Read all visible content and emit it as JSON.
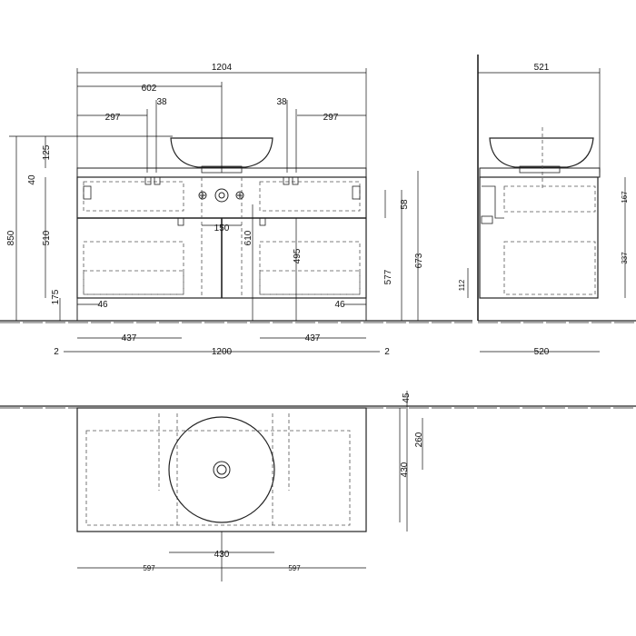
{
  "drawing": {
    "front_view": {
      "dimensions": {
        "overall_width_top": "1204",
        "half_width": "602",
        "tap_offset_left": "38",
        "tap_offset_right": "38",
        "basin_left_offset": "297",
        "basin_right_offset": "297",
        "basin_height": "125",
        "top_thickness": "40",
        "total_height": "850",
        "cabinet_height": "510",
        "foot_height": "175",
        "left_foot_inset": "46",
        "right_foot_inset": "46",
        "left_handle_span": "437",
        "right_handle_span": "437",
        "cabinet_width": "1200",
        "left_gap": "2",
        "right_gap": "2",
        "tap_spacing": "150",
        "drawer_height": "58",
        "pipe_height": "610",
        "drain_height": "495",
        "side_height_a": "577",
        "side_height_b": "673"
      }
    },
    "side_view": {
      "dimensions": {
        "top_depth": "521",
        "cabinet_depth": "520",
        "drawer_depth": "167",
        "lower_height": "337",
        "siphon_height": "112"
      }
    },
    "top_view": {
      "dimensions": {
        "back_offset": "45",
        "drain_offset": "260",
        "basin_depth": "430",
        "basin_diameter": "430",
        "left_center": "597",
        "right_center": "597"
      }
    }
  }
}
